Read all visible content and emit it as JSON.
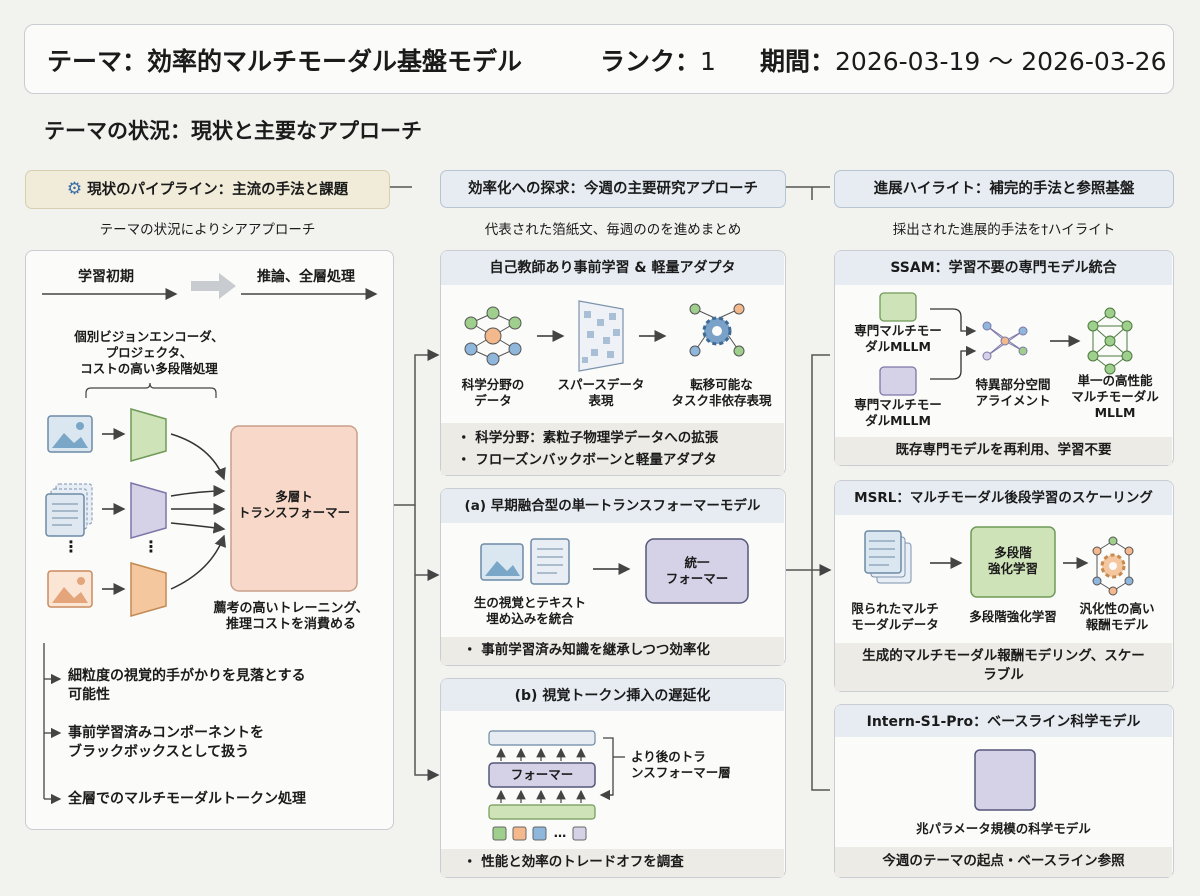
{
  "header": {
    "theme_label": "テーマ：",
    "theme": "効率的マルチモーダル基盤モデル",
    "rank_label": "ランク：",
    "rank": "1",
    "period_label": "期間：",
    "period": "2026-03-19 ～ 2026-03-26"
  },
  "section_title": "テーマの状況：現状と主要なアプローチ",
  "left": {
    "title": "現状のパイプライン：主流の手法と課題",
    "subtitle": "テーマの状況によりシアアプローチ",
    "stage_early": "学習初期",
    "stage_late": "推論、全層処理",
    "encoders_note": "個別ビジョンエンコーダ、\nプロジェクタ、\nコストの高い多段階処理",
    "dots": "⋮",
    "transformer": "多層ト\nトランスフォーマー",
    "cost_note": "薦考の高いトレーニング、\n推理コストを消費める",
    "issues": [
      "細粒度の視覚的手がかりを見落とする\n可能性",
      "事前学習済みコンポーネントを\nブラックボックスとして扱う",
      "全層でのマルチモーダルトークン処理"
    ]
  },
  "middle": {
    "title": "効率化への探求：今週の主要研究アプローチ",
    "subtitle": "代表された箔紙文、毎週ののを進めまとめ",
    "card1": {
      "title": "自己教師あり事前学習 & 軽量アダプタ",
      "labels": [
        "科学分野の\nデータ",
        "スパースデータ\n表現",
        "転移可能な\nタスク非依存表現"
      ],
      "bullets": [
        "・ 科学分野：素粒子物理学データへの拡張",
        "・ フローズンバックボーンと軽量アダプタ"
      ]
    },
    "card2": {
      "title": "(a) 早期融合型の単一トランスフォーマーモデル",
      "input_label": "生の視覚とテキスト\n埋め込みを統合",
      "unified": "統一\nフォーマー",
      "bullets": [
        "・ 事前学習済み知識を継承しつつ効率化"
      ]
    },
    "card3": {
      "title": "(b) 視覚トークン挿入の遅延化",
      "former": "フォーマー",
      "later_layers": "より後のトラ\nンスフォーマー層",
      "ellipsis": "…",
      "bullets": [
        "・ 性能と効率のトレードオフを調査"
      ]
    }
  },
  "right": {
    "title": "進展ハイライト：補完的手法と参照基盤",
    "subtitle": "採出された進展的手法を†ハイライト",
    "card1": {
      "title": "SSAM：学習不要の専門モデル統合",
      "expert1": "専門マルチモー\nダルMLLM",
      "expert2": "専門マルチモー\nダルMLLM",
      "align": "特異部分空間\nアライメント",
      "result": "単一の高性能\nマルチモーダル\nMLLM",
      "footer": "既存専門モデルを再利用、学習不要"
    },
    "card2": {
      "title": "MSRL：マルチモーダル後段学習のスケーリング",
      "rl_box": "多段階\n強化学習",
      "data": "限られたマルチ\nモーダルデータ",
      "rl_label": "多段階強化学習",
      "reward": "汎化性の高い\n報酬モデル",
      "footer": "生成的マルチモーダル報酬モデリング、スケー\nラブル"
    },
    "card3": {
      "title": "Intern-S1-Pro：ベースライン科学モデル",
      "model": "兆パラメータ規模の科学モデル",
      "footer": "今週のテーマの起点・ベースライン参照"
    }
  },
  "colors": {
    "green": "#cfe3b9",
    "purple": "#d5d2e8",
    "peach": "#f6d5c6",
    "orange": "#f4c79e",
    "blue": "#b9cfe3",
    "node_green": "#9fcf8c",
    "node_orange": "#f3b98c",
    "node_blue": "#8fb7dc"
  }
}
